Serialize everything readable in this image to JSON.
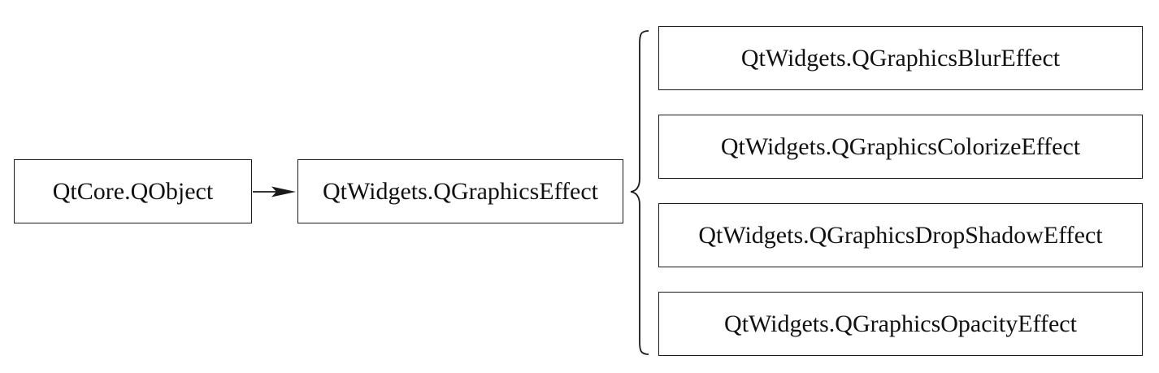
{
  "diagram": {
    "root": {
      "label": "QtCore.QObject"
    },
    "parent": {
      "label": "QtWidgets.QGraphicsEffect"
    },
    "subclasses": [
      {
        "label": "QtWidgets.QGraphicsBlurEffect"
      },
      {
        "label": "QtWidgets.QGraphicsColorizeEffect"
      },
      {
        "label": "QtWidgets.QGraphicsDropShadowEffect"
      },
      {
        "label": "QtWidgets.QGraphicsOpacityEffect"
      }
    ],
    "colors": {
      "stroke": "#1a1a1a",
      "text": "#111111",
      "background": "#ffffff"
    }
  }
}
